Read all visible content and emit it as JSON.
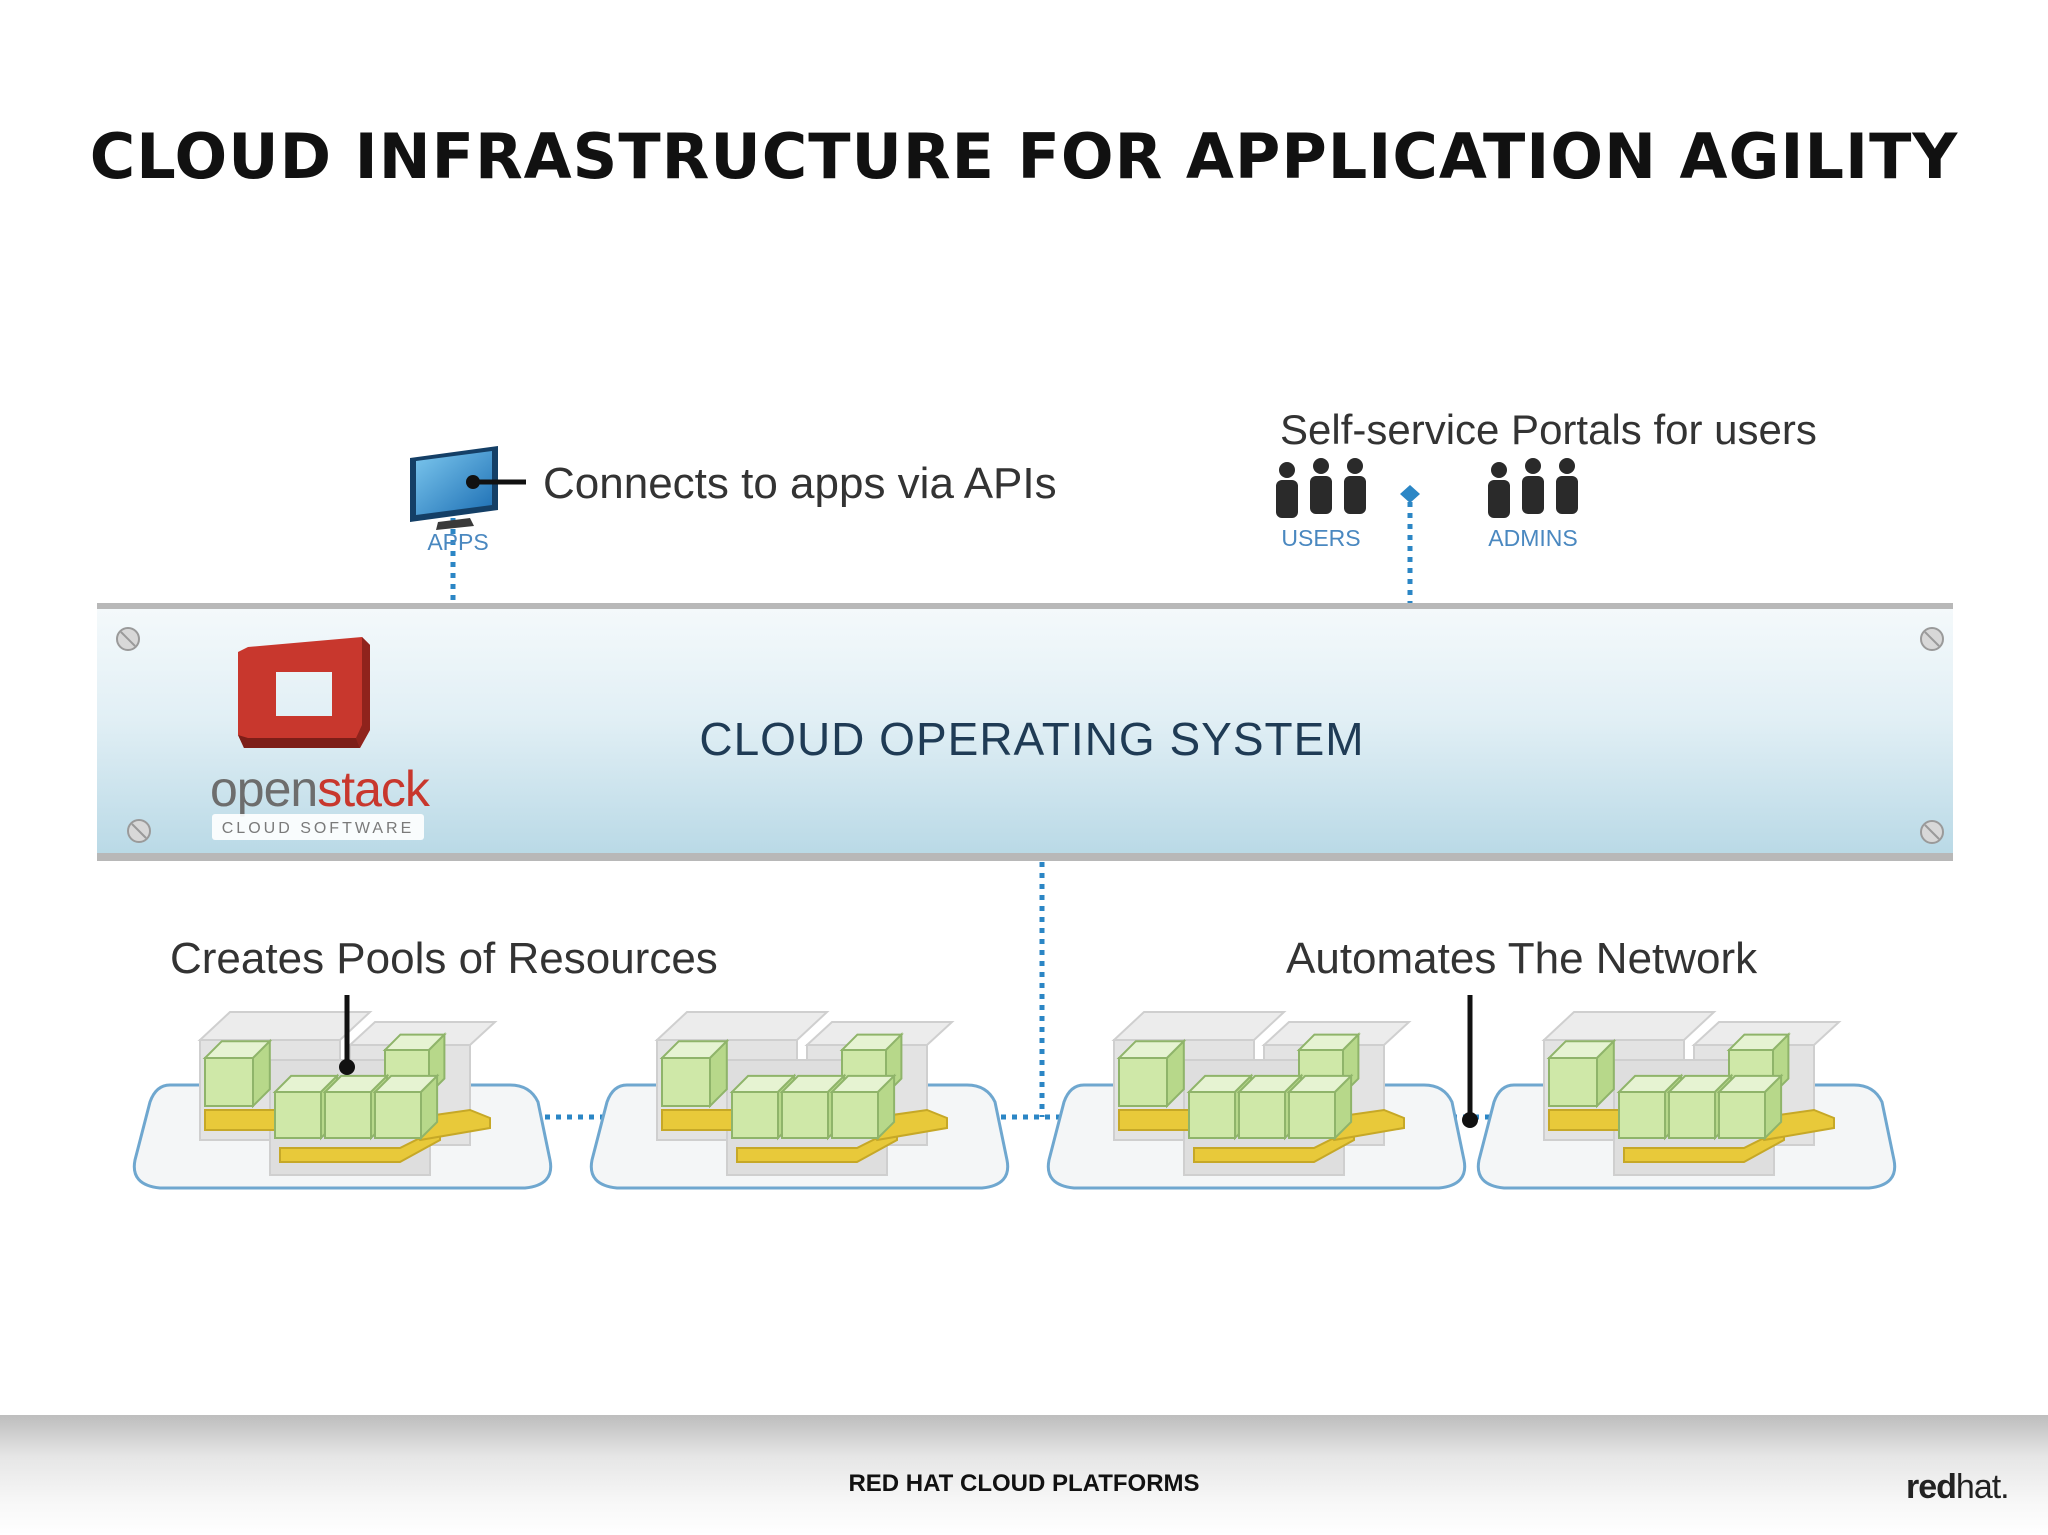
{
  "title": "CLOUD INFRASTRUCTURE FOR APPLICATION AGILITY",
  "diagram": {
    "core_label": "CLOUD OPERATING SYSTEM",
    "openstack_logo": {
      "word_a": "open",
      "word_b": "stack",
      "tagline": "CLOUD SOFTWARE"
    },
    "apps": {
      "label": "APPS",
      "callout": "Connects to apps via APIs"
    },
    "portals": {
      "callout": "Self-service Portals for users",
      "users_label": "USERS",
      "admins_label": "ADMINS"
    },
    "pools_callout": "Creates Pools of Resources",
    "network_callout": "Automates The Network",
    "colors": {
      "accent_blue": "#2b86c5",
      "icon_blue": "#4a88c0",
      "openstack_red": "#c8372d",
      "cube_green": "#cfe8a8",
      "cube_yellow": "#e8c93a"
    }
  },
  "footer": {
    "text": "RED HAT CLOUD PLATFORMS",
    "brand_bold": "red",
    "brand_light": "hat."
  }
}
